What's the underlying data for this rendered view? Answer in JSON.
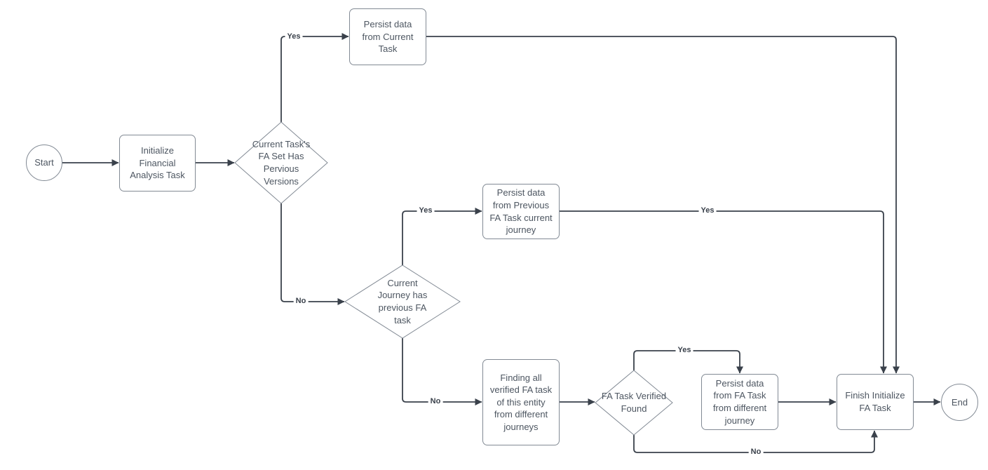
{
  "colors": {
    "background": "#FFFFFF",
    "connector": "#3A414B",
    "node_border": "#828A94",
    "node_text": "#4D5661",
    "edge_label_text": "#3A414B"
  },
  "nodes": [
    {
      "id": "start",
      "type": "terminator-circle",
      "label": "Start"
    },
    {
      "id": "init",
      "type": "process",
      "label": "Initialize Financial Analysis Task"
    },
    {
      "id": "d1",
      "type": "decision",
      "label": "Current Task's FA Set Has Pervious Versions"
    },
    {
      "id": "persist_current",
      "type": "process",
      "label": "Persist data from Current Task"
    },
    {
      "id": "d2",
      "type": "decision",
      "label": "Current Journey has previous FA task"
    },
    {
      "id": "persist_previous",
      "type": "process",
      "label": "Persist data from Previous FA Task current journey"
    },
    {
      "id": "finding",
      "type": "process",
      "label": "Finding all verified FA task of this entity from different journeys"
    },
    {
      "id": "d3",
      "type": "decision",
      "label": "FA Task Verified Found"
    },
    {
      "id": "persist_different",
      "type": "process",
      "label": "Persist data from FA Task from different journey"
    },
    {
      "id": "finish",
      "type": "process",
      "label": "Finish Initialize FA Task"
    },
    {
      "id": "end",
      "type": "terminator-circle",
      "label": "End"
    }
  ],
  "edges": [
    {
      "from": "start",
      "to": "init",
      "label": ""
    },
    {
      "from": "init",
      "to": "d1",
      "label": ""
    },
    {
      "from": "d1",
      "to": "persist_current",
      "label": "Yes"
    },
    {
      "from": "persist_current",
      "to": "finish",
      "label": ""
    },
    {
      "from": "d1",
      "to": "d2",
      "label": "No"
    },
    {
      "from": "d2",
      "to": "persist_previous",
      "label": "Yes"
    },
    {
      "from": "persist_previous",
      "to": "finish",
      "label": "Yes"
    },
    {
      "from": "d2",
      "to": "finding",
      "label": "No"
    },
    {
      "from": "finding",
      "to": "d3",
      "label": ""
    },
    {
      "from": "d3",
      "to": "persist_different",
      "label": "Yes"
    },
    {
      "from": "persist_different",
      "to": "finish",
      "label": ""
    },
    {
      "from": "d3",
      "to": "finish",
      "label": "No"
    },
    {
      "from": "finish",
      "to": "end",
      "label": ""
    }
  ]
}
